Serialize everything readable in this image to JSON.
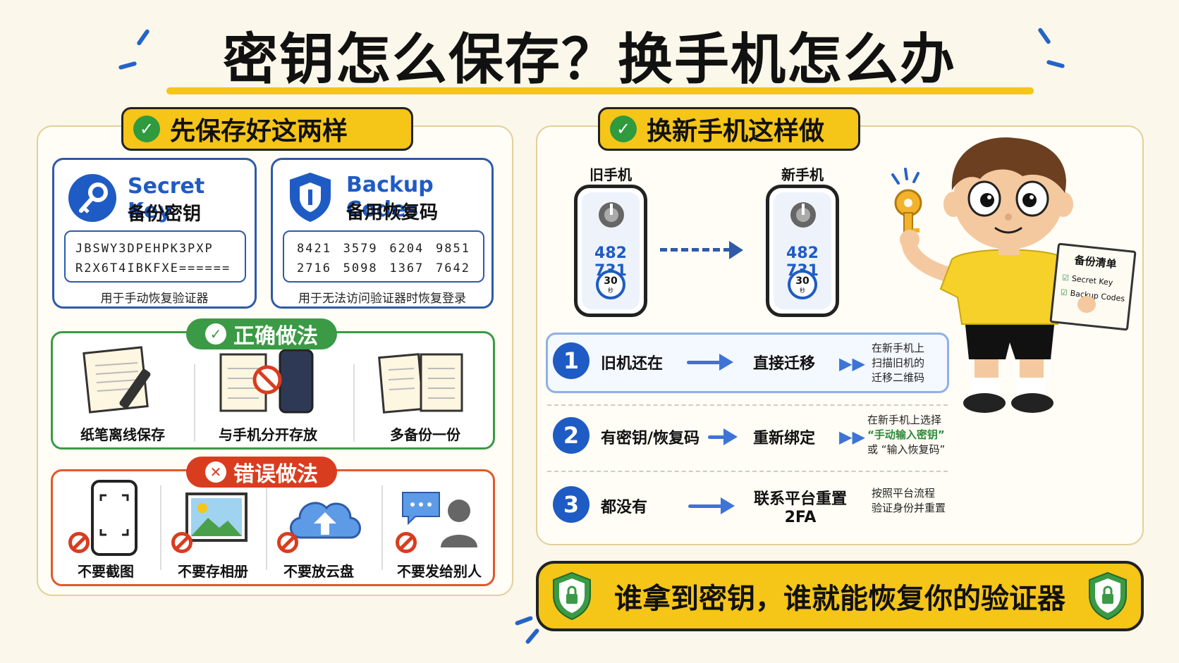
{
  "title": "密钥怎么保存？换手机怎么办",
  "left": {
    "header": "先保存好这两样",
    "secret_key": {
      "title": "Secret Key",
      "subtitle": "备份密钥",
      "line1": "JBSWY3DPEHPK3PXP",
      "line2": "R2X6T4IBKFXE======",
      "caption": "用于手动恢复验证器"
    },
    "backup_codes": {
      "title": "Backup Codes",
      "subtitle": "备用恢复码",
      "row1": [
        "8421",
        "3579",
        "6204",
        "9851"
      ],
      "row2": [
        "2716",
        "5098",
        "1367",
        "7642"
      ],
      "caption": "用于无法访问验证器时恢复登录"
    },
    "good": {
      "label": "正确做法",
      "items": [
        "纸笔离线保存",
        "与手机分开存放",
        "多备份一份"
      ]
    },
    "bad": {
      "label": "错误做法",
      "items": [
        "不要截图",
        "不要存相册",
        "不要放云盘",
        "不要发给别人"
      ]
    }
  },
  "right": {
    "header": "换新手机这样做",
    "old_phone": {
      "label": "旧手机",
      "code": "482 731",
      "timer": "30",
      "unit": "秒"
    },
    "new_phone": {
      "label": "新手机",
      "code": "482 731",
      "timer": "30",
      "unit": "秒"
    },
    "steps": [
      {
        "num": "1",
        "condition": "旧机还在",
        "action": "直接迁移",
        "note1": "在新手机上",
        "note2": "扫描旧机的",
        "note3": "迁移二维码"
      },
      {
        "num": "2",
        "condition": "有密钥/恢复码",
        "action": "重新绑定",
        "note1": "在新手机上选择",
        "note2": "“手动输入密钥”",
        "note3": "或 “输入恢复码”"
      },
      {
        "num": "3",
        "condition": "都没有",
        "action": "联系平台重置",
        "action2": "2FA",
        "note1": "按照平台流程",
        "note2": "验证身份并重置",
        "note3": ""
      }
    ],
    "checklist": {
      "title": "备份清单",
      "item1": "Secret Key",
      "item2": "Backup Codes"
    }
  },
  "banner": "谁拿到密钥，谁就能恢复你的验证器",
  "colors": {
    "yellow": "#f5c518",
    "blue": "#1f5bc4",
    "green": "#3b9a45",
    "red": "#d93d1f"
  }
}
